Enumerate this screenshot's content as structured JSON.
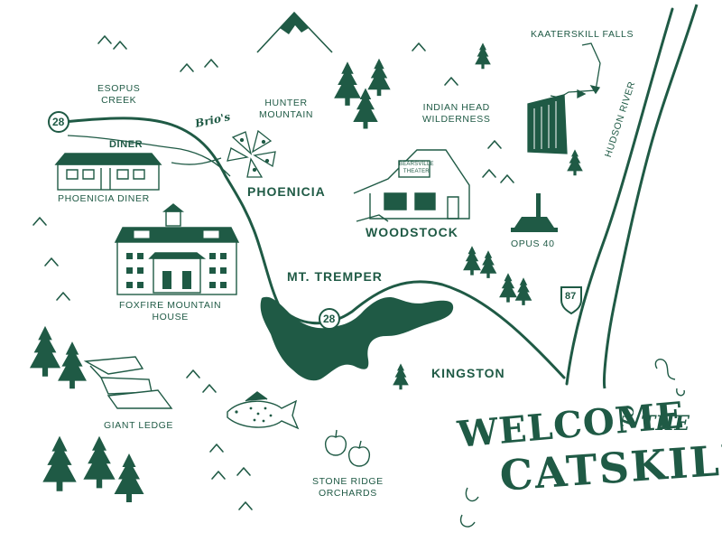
{
  "colors": {
    "ink": "#1f5a45",
    "background": "#ffffff"
  },
  "labels": {
    "esopus_creek": [
      "ESOPUS",
      "CREEK"
    ],
    "hunter_mountain": [
      "HUNTER",
      "MOUNTAIN"
    ],
    "indian_head": [
      "INDIAN HEAD",
      "WILDERNESS"
    ],
    "kaaterskill_falls": "KAATERSKILL FALLS",
    "hudson_river": "HUDSON RIVER",
    "brios": "Brio's",
    "diner_sign": "DINER",
    "phoenicia_diner": "PHOENICIA DINER",
    "phoenicia": "PHOENICIA",
    "woodstock": "WOODSTOCK",
    "bearsville_sign": [
      "BEARSVILLE",
      "THEATER"
    ],
    "opus_40": "OPUS 40",
    "foxfire": [
      "FOXFIRE MOUNTAIN",
      "HOUSE"
    ],
    "mt_tremper": "MT. TREMPER",
    "kingston": "KINGSTON",
    "giant_ledge": "GIANT LEDGE",
    "stone_ridge": [
      "STONE RIDGE",
      "ORCHARDS"
    ]
  },
  "route_shields": {
    "route_28_a": "28",
    "route_28_b": "28",
    "route_87": "87"
  },
  "title": {
    "welcome": "WELCOME",
    "to": "TO",
    "the": "THE",
    "catskills": "CATSKILLS"
  },
  "icons": [
    "mountain-icon",
    "pine-tree-icon",
    "diner-building-icon",
    "pizza-icon",
    "barn-theater-icon",
    "waterfall-icon",
    "monument-icon",
    "mansion-icon",
    "lake-icon",
    "ledge-rocks-icon",
    "fish-icon",
    "apples-icon",
    "highway-shield-icon"
  ]
}
